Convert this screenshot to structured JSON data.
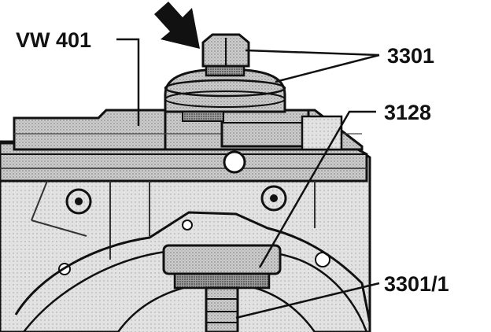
{
  "callouts": {
    "vw401": "VW 401",
    "t3301": "3301",
    "t3128": "3128",
    "t3301_1": "3301/1"
  },
  "colors": {
    "ink": "#111111",
    "gray_dark": "#7d7d7d",
    "gray_mid": "#a8a8a8",
    "gray_light": "#cfcfcf",
    "paper": "#ffffff"
  },
  "icons": {
    "direction_arrow": "arrow-down-right-icon"
  }
}
